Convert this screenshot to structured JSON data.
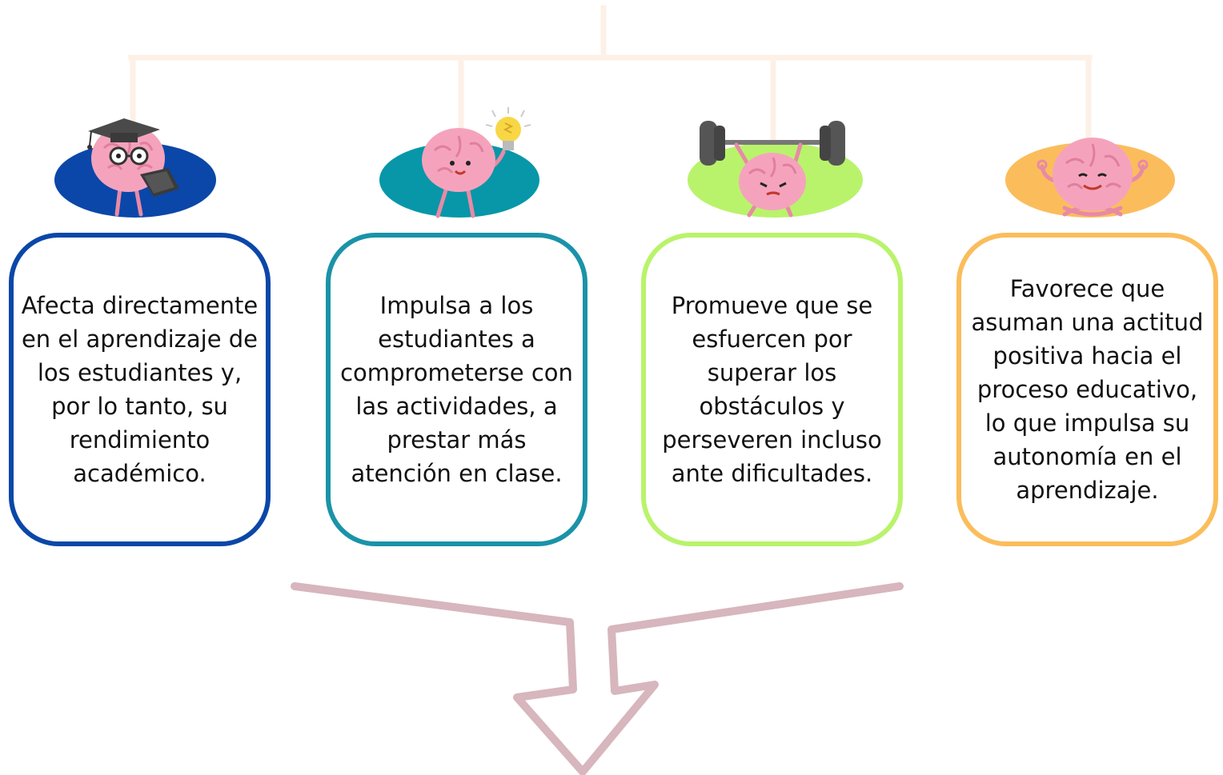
{
  "cards": [
    {
      "text": "Afecta directamente en el aprendizaje de los estudiantes y, por lo tanto, su rendimiento académico.",
      "color": "#0a47a8",
      "mascot": "brain-graduate-reading-icon"
    },
    {
      "text": "Impulsa a los estudiantes a comprometerse con las actividades, a prestar más atención en clase.",
      "color": "#1a93a8",
      "mascot": "brain-idea-lightbulb-icon"
    },
    {
      "text": "Promueve que se esfuercen por superar los obstáculos y perseveren incluso ante dificultades.",
      "color": "#b9f36b",
      "mascot": "brain-weightlifting-icon"
    },
    {
      "text": "Favorece que asuman una actitud positiva hacia el proceso educativo, lo que impulsa su autonomía en el aprendizaje.",
      "color": "#fbbd5b",
      "mascot": "brain-meditating-icon"
    }
  ],
  "colors": {
    "connector": "#fdf0e6",
    "arrow": "#d7b6bd",
    "blob_blue": "#0a47a8",
    "blob_teal": "#0797a8",
    "blob_green": "#b9f36b",
    "blob_orange": "#fbbd5b",
    "brain_pink": "#f5a3bd"
  }
}
